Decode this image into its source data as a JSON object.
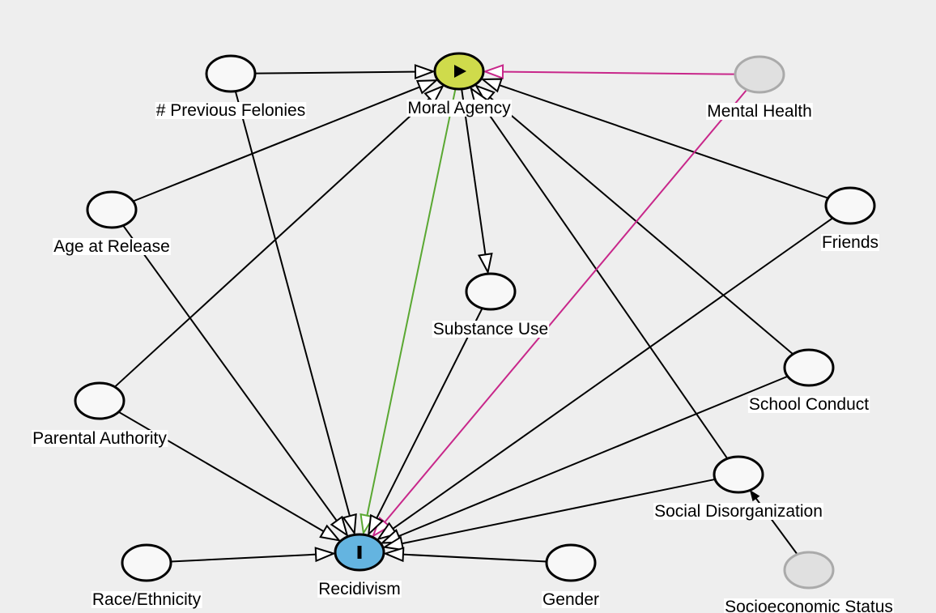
{
  "diagram": {
    "title": "Causal diagram (DAG) for Recidivism",
    "colors": {
      "background": "#eeeeee",
      "node_default_fill": "#f8f8f8",
      "node_default_stroke": "#000000",
      "exposure_fill": "#cfdb4b",
      "outcome_fill": "#64b4e0",
      "latent_fill": "#e0e0e0",
      "latent_stroke": "#aaaaaa",
      "edge_default": "#000000",
      "edge_causal": "#5aa832",
      "edge_biasing": "#c8278a"
    },
    "nodes": [
      {
        "id": "moral_agency",
        "label": "Moral Agency",
        "type": "exposure",
        "icon": "play-icon"
      },
      {
        "id": "recidivism",
        "label": "Recidivism",
        "type": "outcome",
        "icon": "outcome-bar-icon"
      },
      {
        "id": "prev_felonies",
        "label": "# Previous Felonies",
        "type": "adjusted"
      },
      {
        "id": "mental_health",
        "label": "Mental Health",
        "type": "latent"
      },
      {
        "id": "age_release",
        "label": "Age at Release",
        "type": "adjusted"
      },
      {
        "id": "friends",
        "label": "Friends",
        "type": "adjusted"
      },
      {
        "id": "substance_use",
        "label": "Substance Use",
        "type": "adjusted"
      },
      {
        "id": "parental_authority",
        "label": "Parental Authority",
        "type": "adjusted"
      },
      {
        "id": "school_conduct",
        "label": "School Conduct",
        "type": "adjusted"
      },
      {
        "id": "social_disorg",
        "label": "Social Disorganization",
        "type": "adjusted"
      },
      {
        "id": "race",
        "label": "Race/Ethnicity",
        "type": "adjusted"
      },
      {
        "id": "gender",
        "label": "Gender",
        "type": "adjusted"
      },
      {
        "id": "ses",
        "label": "Socioeconomic Status",
        "type": "latent"
      }
    ],
    "edges": [
      {
        "from": "prev_felonies",
        "to": "moral_agency",
        "kind": "default"
      },
      {
        "from": "mental_health",
        "to": "moral_agency",
        "kind": "biasing"
      },
      {
        "from": "age_release",
        "to": "moral_agency",
        "kind": "default"
      },
      {
        "from": "parental_authority",
        "to": "moral_agency",
        "kind": "default"
      },
      {
        "from": "friends",
        "to": "moral_agency",
        "kind": "default"
      },
      {
        "from": "school_conduct",
        "to": "moral_agency",
        "kind": "default"
      },
      {
        "from": "social_disorg",
        "to": "moral_agency",
        "kind": "default"
      },
      {
        "from": "moral_agency",
        "to": "substance_use",
        "kind": "default"
      },
      {
        "from": "moral_agency",
        "to": "recidivism",
        "kind": "causal"
      },
      {
        "from": "mental_health",
        "to": "recidivism",
        "kind": "biasing"
      },
      {
        "from": "prev_felonies",
        "to": "recidivism",
        "kind": "default"
      },
      {
        "from": "age_release",
        "to": "recidivism",
        "kind": "default"
      },
      {
        "from": "parental_authority",
        "to": "recidivism",
        "kind": "default"
      },
      {
        "from": "substance_use",
        "to": "recidivism",
        "kind": "default"
      },
      {
        "from": "friends",
        "to": "recidivism",
        "kind": "default"
      },
      {
        "from": "school_conduct",
        "to": "recidivism",
        "kind": "default"
      },
      {
        "from": "social_disorg",
        "to": "recidivism",
        "kind": "default"
      },
      {
        "from": "race",
        "to": "recidivism",
        "kind": "default"
      },
      {
        "from": "gender",
        "to": "recidivism",
        "kind": "default"
      },
      {
        "from": "ses",
        "to": "social_disorg",
        "kind": "small"
      }
    ]
  }
}
